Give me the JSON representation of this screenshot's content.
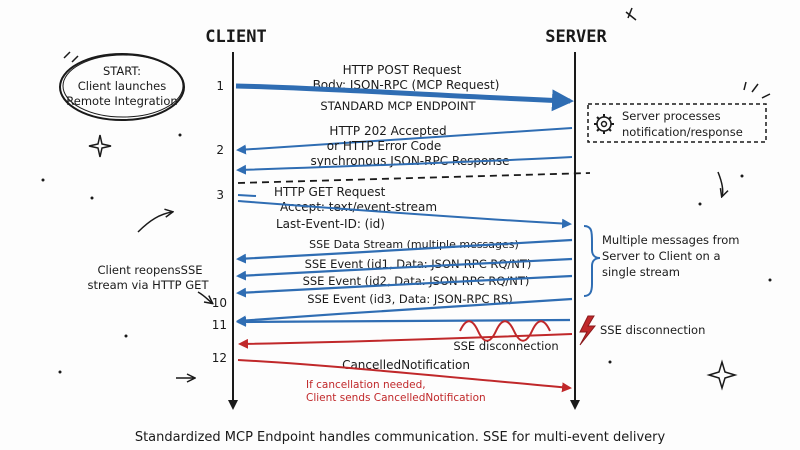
{
  "client_title": "CLIENT",
  "server_title": "SERVER",
  "start_box": {
    "line1": "START:",
    "line2": "Client launches",
    "line3": "Remote Integration"
  },
  "steps": {
    "n1": "1",
    "n2": "2",
    "n3": "3",
    "n10": "10",
    "n11": "11",
    "n12": "12"
  },
  "step1": {
    "line1": "HTTP POST Request",
    "line2": "Body: JSON-RPC (MCP Request)",
    "line3": "STANDARD MCP ENDPOINT"
  },
  "server_note": {
    "line1": "Server processes",
    "line2": "notification/response"
  },
  "step2": {
    "line1": "HTTP 202 Accepted",
    "line2": "or HTTP Error Code",
    "line3": "synchronous JSON-RPC Response"
  },
  "step3": {
    "line1": "HTTP GET Request",
    "line2": "Accept: text/event-stream",
    "line3": "Last-Event-ID: (id)"
  },
  "stream": {
    "data": "SSE Data Stream (multiple messages)",
    "ev1": "SSE Event (id1, Data: JSON-RPC RQ/NT)",
    "ev2": "SSE Event (id2, Data: JSON-RPC RQ/NT)",
    "ev3": "SSE Event (id3, Data: JSON-RPC RS)"
  },
  "multi_note": {
    "line1": "Multiple messages from",
    "line2": "Server to Client on a",
    "line3": "single stream"
  },
  "reopen_note": {
    "line1": "Client reopensSSE",
    "line2": "stream via HTTP GET"
  },
  "disconnect": {
    "mid": "SSE disconnection",
    "right": "SSE disconnection"
  },
  "step12": {
    "label": "CancelledNotification",
    "note1": "If cancellation needed,",
    "note2": "Client sends CancelledNotification"
  },
  "caption": "Standardized MCP Endpoint handles communication. SSE for multi-event delivery",
  "colors": {
    "blue": "#2f6db3",
    "red": "#c0282a",
    "ink": "#1a1a1a"
  },
  "icons": [
    "gear-icon",
    "lightning-icon",
    "sparkle-icon"
  ]
}
